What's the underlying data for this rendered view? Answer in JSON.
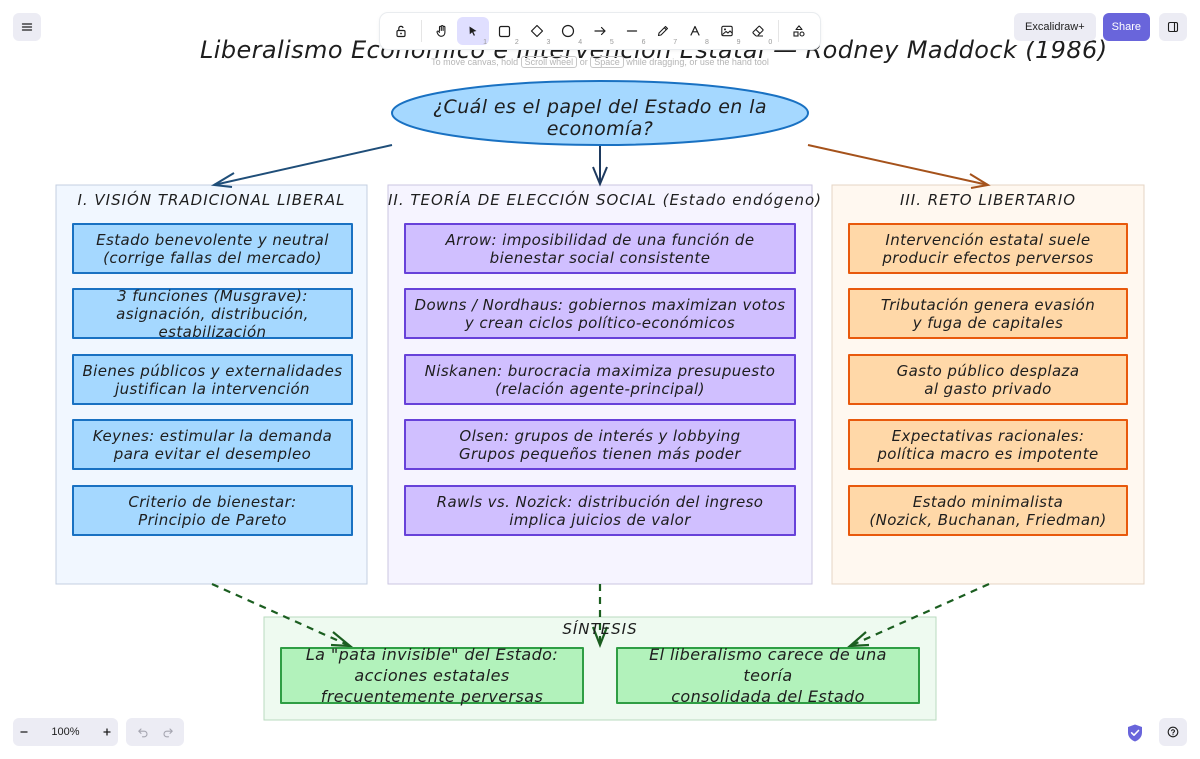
{
  "app": {
    "name": "Excalidraw"
  },
  "toolbar": {
    "tools": [
      {
        "name": "lock",
        "num": ""
      },
      {
        "name": "hand",
        "num": ""
      },
      {
        "name": "selection",
        "num": "1"
      },
      {
        "name": "rectangle",
        "num": "2"
      },
      {
        "name": "diamond",
        "num": "3"
      },
      {
        "name": "ellipse",
        "num": "4"
      },
      {
        "name": "arrow",
        "num": "5"
      },
      {
        "name": "line",
        "num": "6"
      },
      {
        "name": "draw",
        "num": "7"
      },
      {
        "name": "text",
        "num": "8"
      },
      {
        "name": "image",
        "num": "9"
      },
      {
        "name": "eraser",
        "num": "0"
      },
      {
        "name": "more-tools",
        "num": ""
      }
    ],
    "active_tool": "selection"
  },
  "header": {
    "excalidraw_plus": "Excalidraw+",
    "share": "Share"
  },
  "hint": {
    "pre": "To move canvas, hold",
    "key1": "Scroll wheel",
    "mid": "or",
    "key2": "Space",
    "post": "while dragging, or use the hand tool"
  },
  "canvas": {
    "title": "Liberalismo Económico e Intervención Estatal — Rodney Maddock (1986)",
    "question": "¿Cuál es el papel del Estado en la economía?",
    "sections": [
      {
        "title": "I. VISIÓN TRADICIONAL LIBERAL",
        "cards": [
          "Estado benevolente y neutral\n(corrige fallas del mercado)",
          "3 funciones (Musgrave):\nasignación, distribución, estabilización",
          "Bienes públicos y externalidades\njustifican la intervención",
          "Keynes: estimular la demanda\npara evitar el desempleo",
          "Criterio de bienestar:\nPrincipio de Pareto"
        ]
      },
      {
        "title": "II. TEORÍA DE ELECCIÓN SOCIAL (Estado endógeno)",
        "cards": [
          "Arrow: imposibilidad de una función de\nbienestar social consistente",
          "Downs / Nordhaus: gobiernos maximizan votos\ny crean ciclos político-económicos",
          "Niskanen: burocracia maximiza presupuesto\n(relación agente-principal)",
          "Olsen: grupos de interés y lobbying\nGrupos pequeños tienen más poder",
          "Rawls vs. Nozick: distribución del ingreso\nimplica juicios de valor"
        ]
      },
      {
        "title": "III. RETO LIBERTARIO",
        "cards": [
          "Intervención estatal suele\nproducir efectos perversos",
          "Tributación genera evasión\ny fuga de capitales",
          "Gasto público desplaza\nal gasto privado",
          "Expectativas racionales:\npolítica macro es impotente",
          "Estado minimalista\n(Nozick, Buchanan, Friedman)"
        ]
      }
    ],
    "synthesis": {
      "title": "SÍNTESIS",
      "cards": [
        "La \"pata invisible\" del Estado:\nacciones estatales frecuentemente perversas",
        "El liberalismo carece de una teoría\nconsolidada del Estado"
      ]
    },
    "colors": {
      "blue_fill": "#a5d8ff",
      "blue_stroke": "#1971c2",
      "purple_fill": "#d0bfff",
      "purple_stroke": "#6741d9",
      "orange_fill": "#ffd8a8",
      "orange_stroke": "#e8590c",
      "green_fill": "#b2f2bb",
      "green_stroke": "#2f9e44",
      "ellipse_fill": "#a5d8ff",
      "ellipse_stroke": "#1971c2",
      "arrow_left": "#1f4e79",
      "arrow_center": "#1e3a5f",
      "arrow_right": "#a5521b",
      "arrow_dashed": "#1b5e20"
    }
  },
  "footer": {
    "zoom": "100%"
  }
}
